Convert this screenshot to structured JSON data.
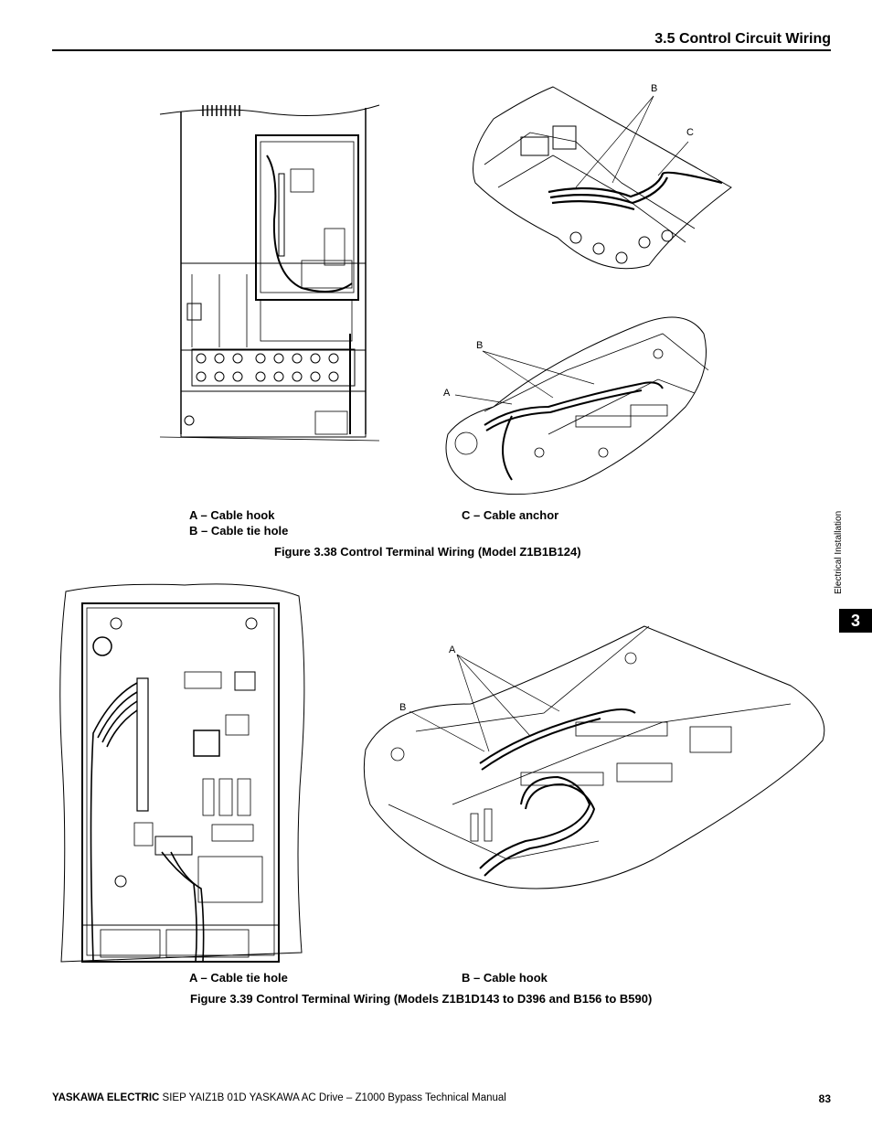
{
  "header": {
    "section_title": "3.5 Control Circuit Wiring"
  },
  "side_tab": {
    "label": "Electrical Installation",
    "chapter_number": "3"
  },
  "figure_38": {
    "callouts": {
      "top_b": "B",
      "top_c": "C",
      "mid_b": "B",
      "mid_a": "A"
    },
    "legend": {
      "a": "A – Cable hook",
      "b": "B – Cable tie hole",
      "c": "C – Cable anchor"
    },
    "caption": "Figure 3.38  Control Terminal Wiring (Model Z1B1B124)"
  },
  "figure_39": {
    "callouts": {
      "a": "A",
      "b": "B"
    },
    "legend": {
      "a": "A – Cable tie hole",
      "b": "B – Cable hook"
    },
    "caption": "Figure 3.39  Control Terminal Wiring (Models Z1B1D143 to D396 and B156 to B590)"
  },
  "footer": {
    "brand": "YASKAWA ELECTRIC",
    "doc": " SIEP YAIZ1B 01D YASKAWA AC Drive – Z1000 Bypass Technical Manual",
    "page_number": "83"
  }
}
